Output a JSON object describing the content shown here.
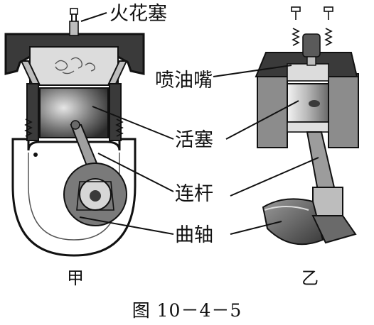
{
  "labels": {
    "spark_plug": "火花塞",
    "fuel_injector": "喷油嘴",
    "piston": "活塞",
    "connecting_rod": "连杆",
    "crankshaft": "曲轴"
  },
  "engine_names": {
    "left": "甲",
    "right": "乙"
  },
  "caption": "图 10－4－5",
  "colors": {
    "ink": "#111111",
    "dark_fill": "#3a3a3a",
    "mid_fill": "#8c8c8c",
    "light_fill": "#d2d2d2",
    "paper": "#ffffff"
  }
}
